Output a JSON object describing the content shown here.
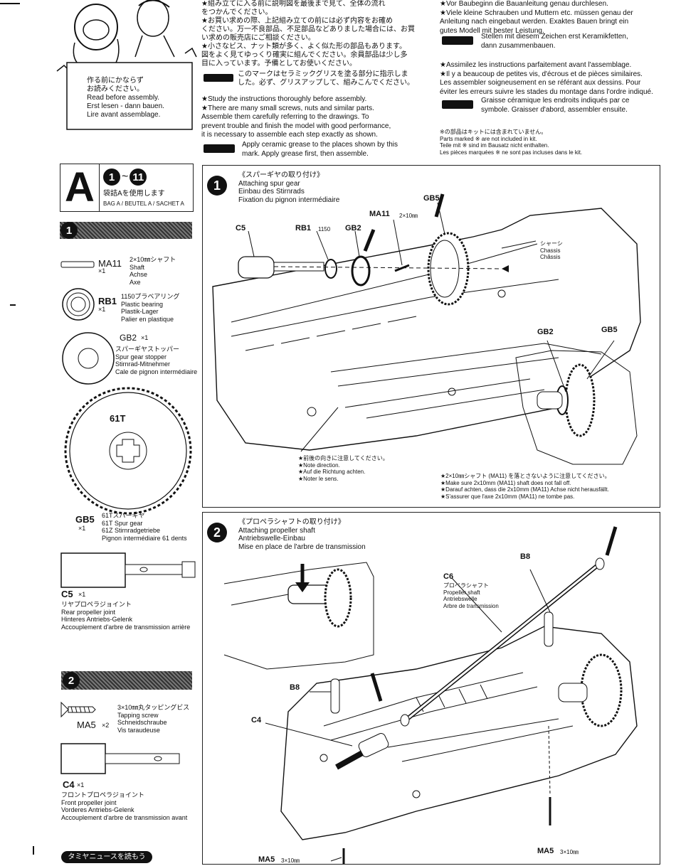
{
  "top_jp": [
    "★組み立てに入る前に説明図を最後まで見て、全体の流れ",
    "をつかんでください。",
    "★お買い求めの際、上記組み立ての前には必ず内容をお確め",
    "ください。万一不良部品、不足部品などありました場合には、お買",
    "い求めの販売店にご相談ください。",
    "★小さなビス、ナット類が多く、よく似た形の部品もあります。",
    "図をよく見てゆっくり確実に組んでください。余員部品は少し多",
    "目に入っています。予備としてお使いください。"
  ],
  "top_jp_grease": "このマークはセラミックグリスを塗る部分に指示しま\nした。必ず、グリスアップして、組みこんでください。",
  "top_en": "★Study the instructions thoroughly before assembly.\n★There are many small screws, nuts and similar parts.\nAssemble them carefully referring to the drawings. To\nprevent trouble and finish the model with good performance,\nit is necessary to assemble each step exactly as shown.",
  "top_en_grease": "Apply ceramic grease to the places shown by this\nmark. Apply grease first, then assemble.",
  "top_de": "★Vor Baubeginn die Bauanleitung genau durchlesen.\n★Viele kleine Schrauben und Muttern etc. müssen genau der\nAnleitung nach eingebaut werden. Exaktes Bauen bringt ein\ngutes Modell mit bester Leistung.",
  "top_de_grease": "Stellen mit diesem Zeichen erst Keramikfetten,\ndann zusammenbauen.",
  "top_fr": "★Assimilez les instructions parfaitement avant l'assemblage.\n★Il y a beaucoup de petites vis, d'écrous et de pièces similaires.\nLes assembler soigneusement en se référant aux dessins. Pour\néviter les erreurs suivre les stades du montage dans l'ordre indiqué.",
  "top_fr_grease": "Graisse céramique les endroits indiqués par ce\nsymbole. Graisser d'abord, assembler ensuite.",
  "not_included": "※の部品はキットには含まれていません。\nParts marked ※ are not included in kit.\nTeile mit ※ sind im Bausatz nicht enthalten.\nLes pièces marquées ※ ne sont pas incluses dans le kit.",
  "mascot_sign": "作る前にかならず\nお読みください。\nRead before assembly.\nErst lesen - dann bauen.\nLire avant assemblage.",
  "bag": {
    "letter": "A",
    "step_from": "1",
    "tilde": "~",
    "step_to": "11",
    "jp": "袋詰Aを使用します",
    "label": "BAG A / BEUTEL A / SACHET A"
  },
  "steps": [
    {
      "num": "1",
      "title": "《スパーギヤの取り付け》\nAttaching spur gear\nEinbau des Stirnrads\nFixation du pignon intermédiaire"
    },
    {
      "num": "2",
      "title": "《プロペラシャフトの取り付け》\nAttaching propeller shaft\nAntriebswelle-Einbau\nMise en place de l'arbre de transmission"
    }
  ],
  "bar_labels": [
    "1",
    "2"
  ],
  "parts": {
    "ma11": {
      "code": "MA11",
      "qty": "×1",
      "desc": "2×10㎜シャフト\nShaft\nAchse\nAxe"
    },
    "rb1": {
      "code": "RB1",
      "qty": "×1",
      "desc": "1150プラベアリング\nPlastic bearing\nPlastik-Lager\nPalier en plastique"
    },
    "gb2": {
      "code": "GB2",
      "qty": "×1",
      "desc": "スパーギヤストッパー\nSpur gear stopper\nStirnrad-Mitnehmer\nCale de pignon intermédiaire"
    },
    "gb5": {
      "code": "GB5",
      "qty": "×1",
      "teeth": "61T",
      "desc": "61Tスパーギヤ\n61T Spur gear\n61Z Stirnradgetriebe\nPignon intermédiaire 61 dents"
    },
    "c5": {
      "code": "C5",
      "qty": "×1",
      "desc": "リヤプロペラジョイント\nRear propeller joint\nHinteres Antriebs-Gelenk\nAccouplement d'arbre de transmission arrière"
    },
    "ma5": {
      "code": "MA5",
      "qty": "×2",
      "desc": "3×10㎜丸タッピングビス\nTapping screw\nSchneidschraube\nVis taraudeuse"
    },
    "c4": {
      "code": "C4",
      "qty": "×1",
      "desc": "フロントプロペラジョイント\nFront propeller joint\nVorderes Antriebs-Gelenk\nAccouplement d'arbre de transmission avant"
    }
  },
  "step1_labels": {
    "c5": "C5",
    "rb1": "RB1",
    "rb1_size": "1150",
    "gb2": "GB2",
    "ma11": "MA11",
    "ma11_size": "2×10㎜",
    "gb5": "GB5",
    "chassis": "シャーシ\nChassis\nChâssis",
    "gb2b": "GB2",
    "gb5b": "GB5"
  },
  "step1_note_direction": "★前後の向きに注意してください。\n★Note direction.\n★Auf die Richtung achten.\n★Noter le sens.",
  "step1_note_shaft": "★2×10㎜シャフト (MA11) を落とさないように注意してください。\n★Make sure 2x10mm (MA11) shaft does not fall off.\n★Darauf achten, dass die 2x10mm (MA11) Achse nicht herausfällt.\n★S'assurer que l'axe 2x10mm (MA11) ne tombe pas.",
  "step2_labels": {
    "b8": "B8",
    "c6": "C6",
    "c6_desc": "プロペラシャフト\nPropeller shaft\nAntriebswelle\nArbre de transmission",
    "b8b": "B8",
    "c4": "C4",
    "ma5": "MA5",
    "ma5_size": "3×10㎜",
    "ma5b": "MA5",
    "ma5b_size": "3×10㎜"
  },
  "tamiya_news": "タミヤニュースを読もう"
}
